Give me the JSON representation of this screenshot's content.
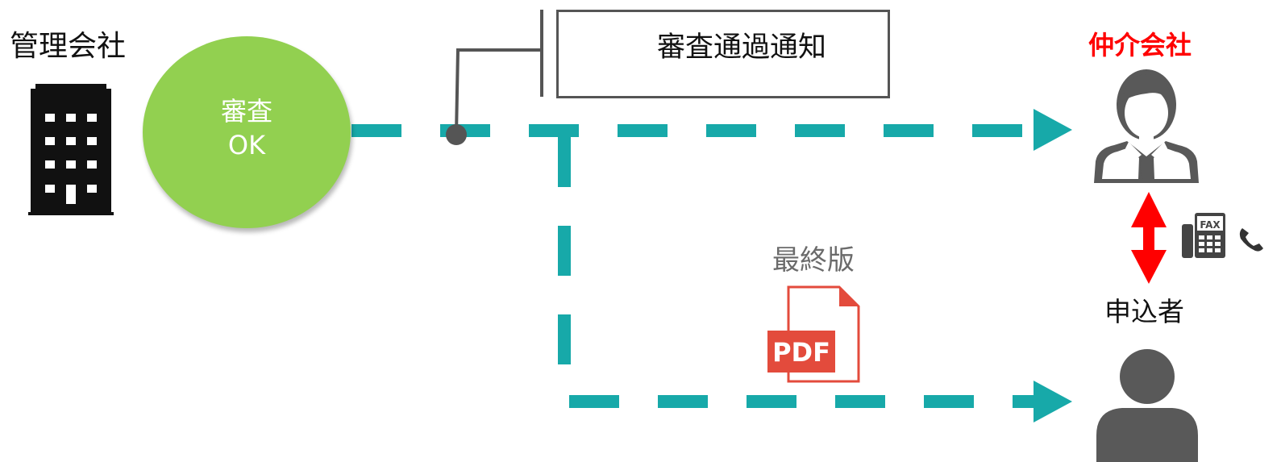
{
  "nodes": {
    "management_company": "管理会社",
    "screening_circle": {
      "line1": "審査",
      "line2": "OK",
      "color": "#92d050"
    },
    "broker": "仲介会社",
    "applicant": "申込者"
  },
  "notification": {
    "text": "審査通過通知",
    "icon": "envelope-icon"
  },
  "document": {
    "label": "最終版",
    "badge": "PDF",
    "icon": "pdf-file-icon",
    "badge_color": "#e34b3c"
  },
  "contact_methods": {
    "fax_text": "FAX",
    "icons": [
      "fax-icon",
      "phone-icon"
    ]
  },
  "colors": {
    "arrow": "#17a9a9",
    "broker_label": "#ff0000",
    "exchange_arrow": "#ff0000"
  }
}
